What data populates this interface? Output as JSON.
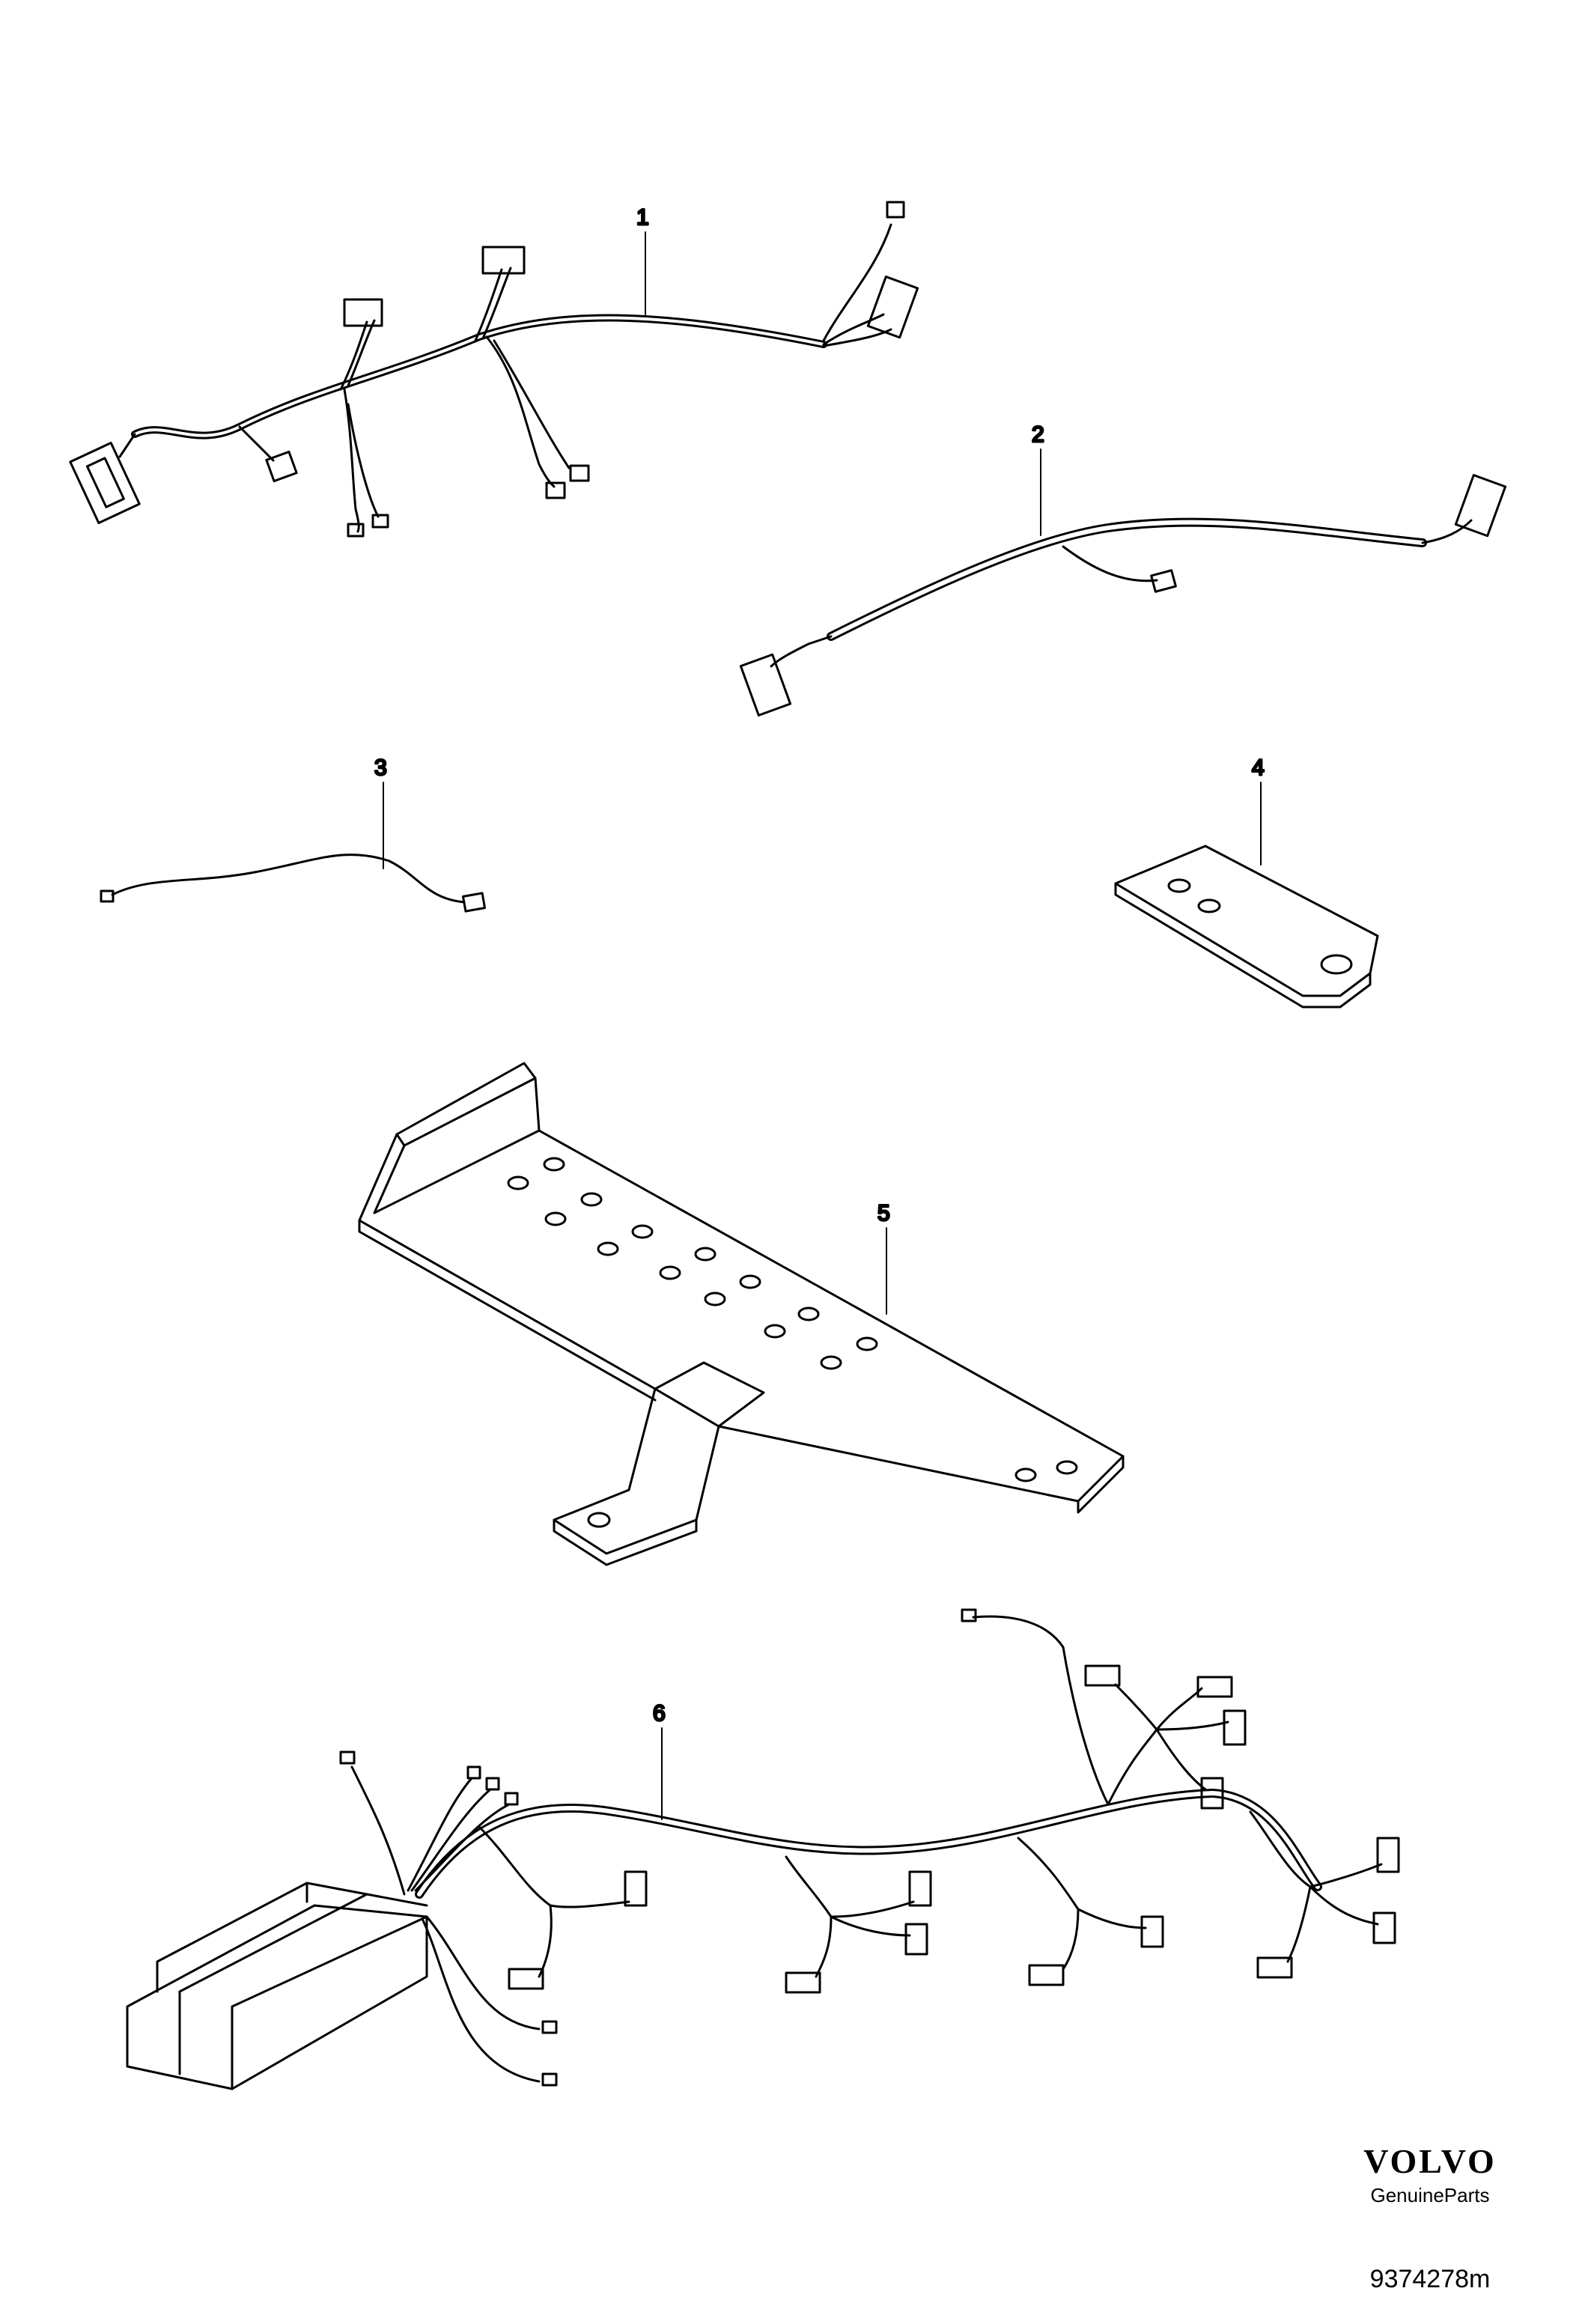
{
  "callouts": [
    "1",
    "2",
    "3",
    "4",
    "5",
    "6"
  ],
  "brand": {
    "logo": "VOLVO",
    "tagline": "GenuineParts"
  },
  "document_number": "9374278m"
}
